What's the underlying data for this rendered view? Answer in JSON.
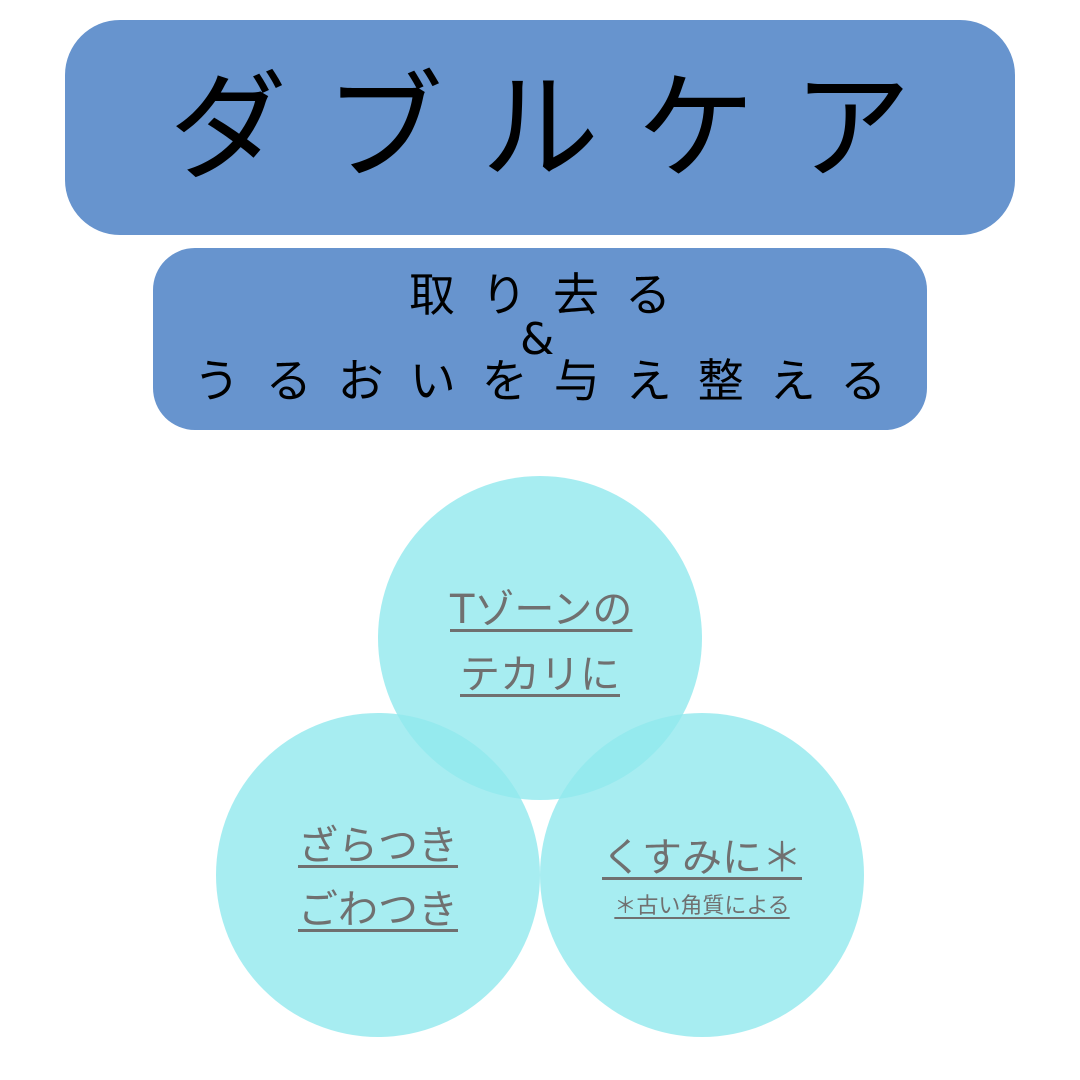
{
  "header": {
    "title": "ダブルケア",
    "background_color": "#6794ce"
  },
  "subheader": {
    "line1": "取り去る",
    "connector": "&",
    "line2": "うるおいを与え整える",
    "background_color": "#6794ce"
  },
  "circles": [
    {
      "position": "top",
      "lines": [
        "Tゾーンの",
        "テカリに"
      ],
      "fill_color": "#a6eef2"
    },
    {
      "position": "bottom-left",
      "lines": [
        "ざらつき",
        "ごわつき"
      ],
      "fill_color": "#a6eef2"
    },
    {
      "position": "bottom-right",
      "lines": [
        "くすみに＊"
      ],
      "footnote": "＊古い角質による",
      "fill_color": "#a6eef2"
    }
  ],
  "text_color": "#707070"
}
